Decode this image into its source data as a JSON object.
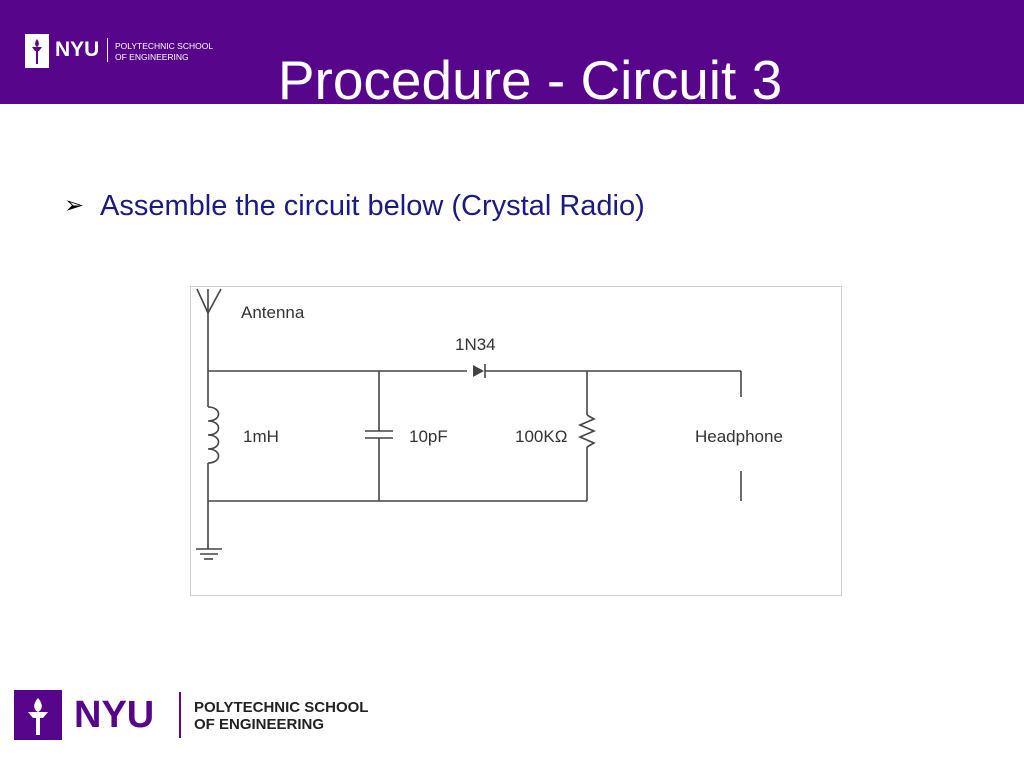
{
  "slide": {
    "title": "Procedure - Circuit 3",
    "bullet": "Assemble the circuit below (Crystal Radio)"
  },
  "logo": {
    "brand": "NYU",
    "school_line1": "POLYTECHNIC SCHOOL",
    "school_line2": "OF ENGINEERING"
  },
  "diagram": {
    "antenna_label": "Antenna",
    "diode_label": "1N34",
    "inductor_label": "1mH",
    "capacitor_label": "10pF",
    "resistor_label": "100KΩ",
    "headphone_label": "Headphone"
  },
  "colors": {
    "header": "#57068c",
    "bullet_text": "#1a1a80"
  }
}
